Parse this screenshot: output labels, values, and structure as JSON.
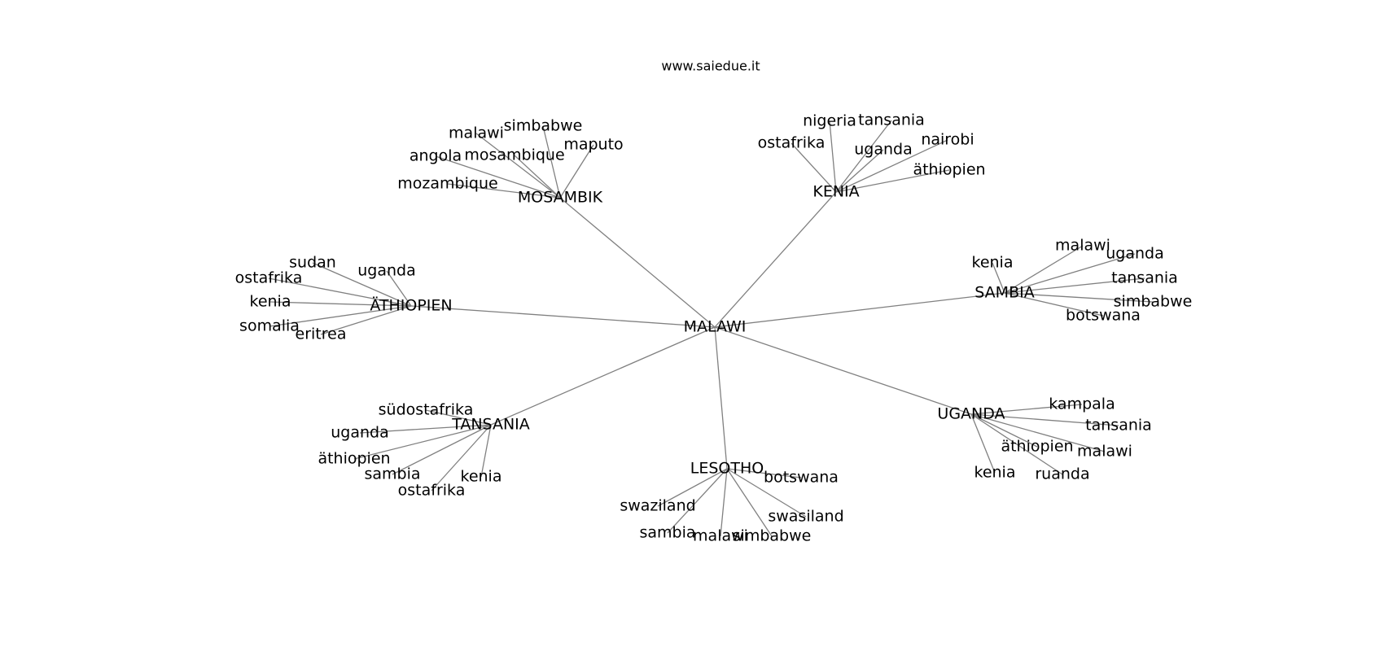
{
  "header": {
    "title": "www.saiedue.it"
  },
  "colors": {
    "edge": "#808080",
    "text": "#000000",
    "background": "#ffffff"
  },
  "graph": {
    "root": "MALAWI",
    "hubs": [
      {
        "label": "MOSAMBIK",
        "leaves": [
          "malawi",
          "simbabwe",
          "maputo",
          "angola",
          "mosambique",
          "mozambique"
        ]
      },
      {
        "label": "KENIA",
        "leaves": [
          "nigeria",
          "tansania",
          "ostafrika",
          "uganda",
          "nairobi",
          "äthiopien"
        ]
      },
      {
        "label": "SAMBIA",
        "leaves": [
          "kenia",
          "malawi",
          "uganda",
          "tansania",
          "simbabwe",
          "botswana"
        ]
      },
      {
        "label": "ÄTHIOPIEN",
        "leaves": [
          "sudan",
          "uganda",
          "ostafrika",
          "kenia",
          "somalia",
          "eritrea"
        ]
      },
      {
        "label": "TANSANIA",
        "leaves": [
          "südostafrika",
          "uganda",
          "äthiopien",
          "sambia",
          "kenia",
          "ostafrika"
        ]
      },
      {
        "label": "UGANDA",
        "leaves": [
          "kampala",
          "tansania",
          "äthiopien",
          "malawi",
          "kenia",
          "ruanda"
        ]
      },
      {
        "label": "LESOTHO",
        "leaves": [
          "botswana",
          "swaziland",
          "swasiland",
          "sambia",
          "malawi",
          "simbabwe"
        ]
      }
    ]
  }
}
